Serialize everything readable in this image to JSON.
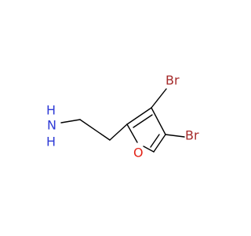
{
  "colors": {
    "background": "#ffffff",
    "bond": "#000000",
    "nitrogen": "#2f3bd6",
    "oxygen": "#e3261a",
    "bromine": "#a52a2a"
  },
  "atoms": {
    "amine_n": "N",
    "amine_h1": "H",
    "amine_h2": "H",
    "ring_o": "O",
    "br_top": "Br",
    "br_bottom": "Br"
  }
}
